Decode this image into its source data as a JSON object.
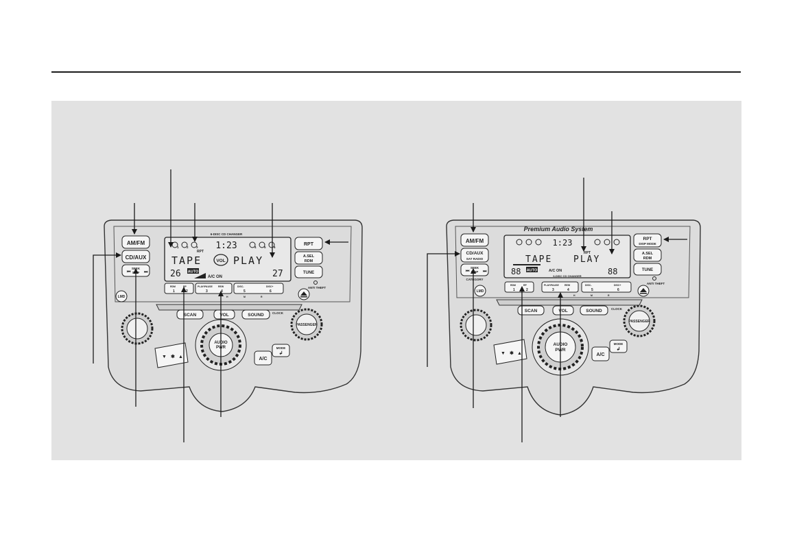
{
  "colors": {
    "panel_bg": "#e2e2e2",
    "unit_face": "#dcdcdc",
    "lcd_bg": "#e8e8e8",
    "ink": "#1a1a1a"
  },
  "unit_left": {
    "buttons": {
      "am_fm": "AM/FM",
      "cd_aux": "CD/AUX",
      "rpt": "RPT",
      "a_sel": "A.SEL",
      "rdm": "RDM",
      "tune": "TUNE",
      "seek": "SEEK",
      "skip": "SKIP",
      "scan": "SCAN",
      "vol": "VOL",
      "sound": "SOUND",
      "clock": "CLOCK",
      "lmd": "LMD",
      "passenger": "PASSENGER",
      "audio": "AUDIO",
      "pwr": "PWR",
      "ac": "A/C",
      "mode": "MODE",
      "anti_theft": "ANTI THEFT"
    },
    "changer_label": "6-DISC CD CHANGER",
    "presets": [
      "1",
      "2",
      "3",
      "4",
      "5",
      "6"
    ],
    "preset_tags": [
      "RDM",
      "RP",
      "PLAY/PAUSE",
      "REW",
      "DISC-",
      "DISC+"
    ],
    "preset_hms": [
      "H",
      "M",
      "R"
    ],
    "display": {
      "time": "1:23",
      "rpt": "RPT",
      "tape": "TAPE",
      "play": "PLAY",
      "vol": "VOL",
      "temp_left": "26",
      "temp_right": "27",
      "auto": "AUTO",
      "ac_on": "A/C ON",
      "disc_nums": [
        "1",
        "2",
        "3",
        "4",
        "5",
        "6"
      ]
    }
  },
  "unit_right": {
    "brand": "Premium Audio System",
    "buttons": {
      "am_fm": "AM/FM",
      "cd_aux": "CD/AUX",
      "sat_radio": "SAT RADIO",
      "rpt": "RPT",
      "display_mode": "DISP MODE",
      "a_sel": "A.SEL",
      "rdm": "RDM",
      "tune": "TUNE",
      "seek": "SEEK",
      "skip": "SKIP",
      "category": "CATEGORY",
      "scan": "SCAN",
      "vol": "VOL",
      "sound": "SOUND",
      "clock": "CLOCK",
      "lmd": "LMD",
      "passenger": "PASSENGER",
      "audio": "AUDIO",
      "pwr": "PWR",
      "ac": "A/C",
      "mode": "MODE",
      "anti_theft": "ANTI THEFT"
    },
    "changer_label": "6-DISC CD CHANGER",
    "presets": [
      "1",
      "2",
      "3",
      "4",
      "5",
      "6"
    ],
    "preset_tags": [
      "RDM",
      "RP",
      "PLAY/PAUSE",
      "REW",
      "DISC-",
      "DISC+"
    ],
    "preset_hms": [
      "H",
      "M",
      "R"
    ],
    "display": {
      "time": "1:23",
      "rpt": "RPT",
      "tape": "TAPE",
      "play": "PLAY",
      "temp_left": "88",
      "temp_right": "88",
      "auto": "AUTO",
      "ac_on": "A/C ON"
    }
  }
}
